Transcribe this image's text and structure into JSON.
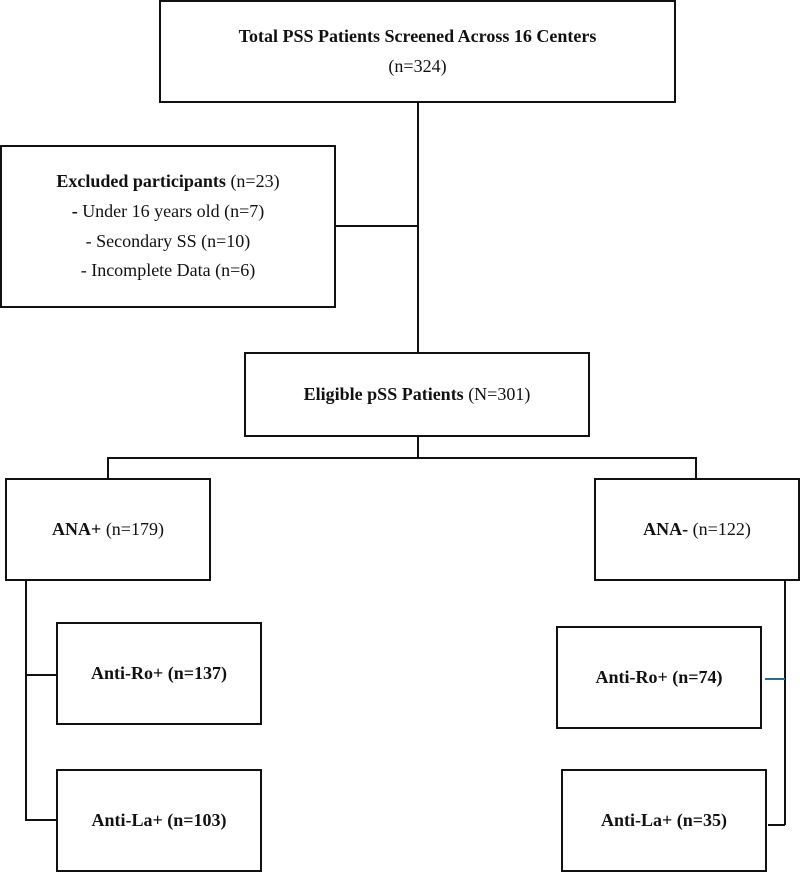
{
  "total": {
    "title": "Total PSS Patients Screened Across 16 Centers",
    "count": "(n=324)"
  },
  "excluded": {
    "title": "Excluded participants",
    "count": " (n=23)",
    "items": [
      {
        "bullet": "- ",
        "text": "Under 16 years old (n=7)"
      },
      {
        "bullet": "- ",
        "text": "Secondary SS (n=10)"
      },
      {
        "bullet": "- ",
        "text": "Incomplete Data (n=6)"
      }
    ]
  },
  "eligible": {
    "title": "Eligible pSS Patients",
    "count": " (N=301)"
  },
  "ana_pos": {
    "title": "ANA+",
    "count": " (n=179)",
    "ro": "Anti-Ro+ (n=137)",
    "la": "Anti-La+ (n=103)"
  },
  "ana_neg": {
    "title": "ANA-",
    "count": " (n=122)",
    "ro": "Anti-Ro+ (n=74)",
    "la": "Anti-La+ (n=35)"
  },
  "colors": {
    "line": "#111111",
    "accent_connector": "#2a6f8f"
  }
}
